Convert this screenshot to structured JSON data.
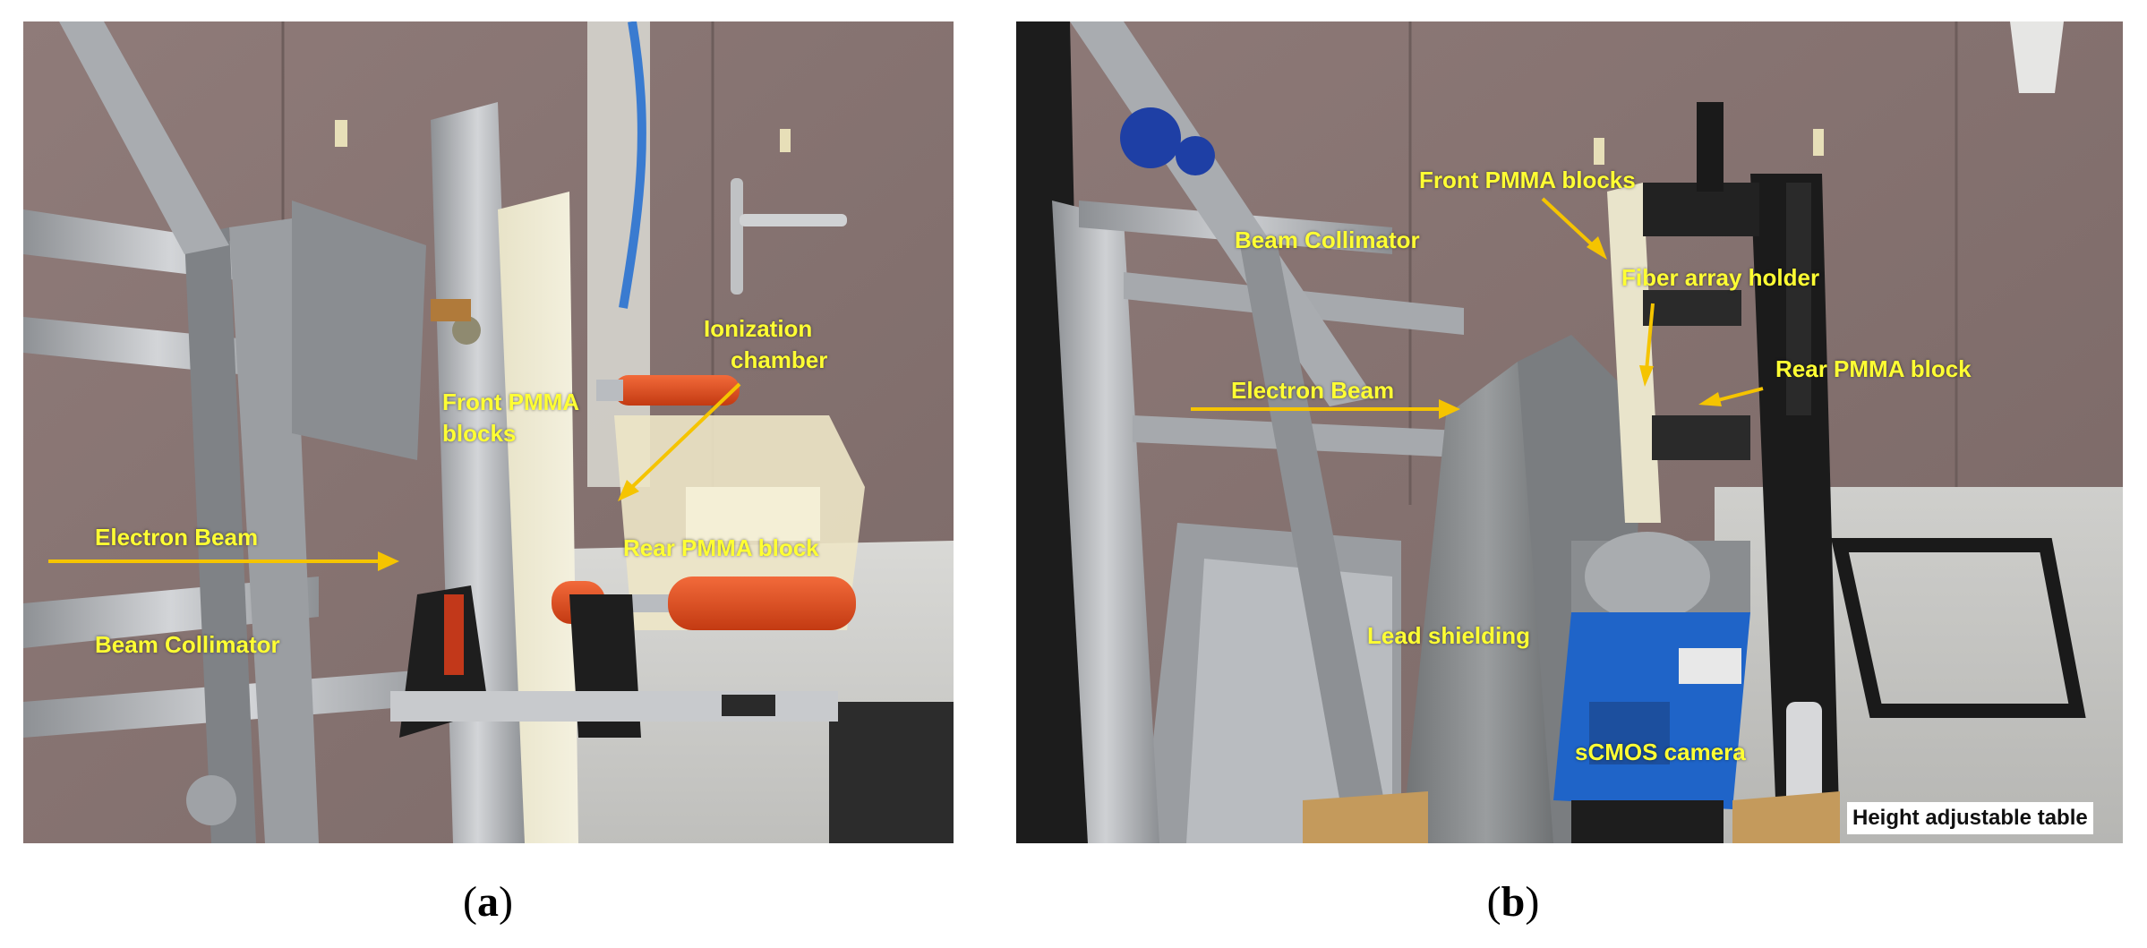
{
  "panel_a": {
    "caption_open": "(",
    "caption_letter": "a",
    "caption_close": ")",
    "labels": {
      "ionization_chamber_1": "Ionization",
      "ionization_chamber_2": "chamber",
      "front_pmma_1": "Front PMMA",
      "front_pmma_2": "blocks",
      "electron_beam": "Electron Beam",
      "rear_pmma": "Rear PMMA block",
      "beam_collimator": "Beam Collimator"
    }
  },
  "panel_b": {
    "caption_open": "(",
    "caption_letter": "b",
    "caption_close": ")",
    "labels": {
      "front_pmma": "Front PMMA blocks",
      "beam_collimator": "Beam Collimator",
      "fiber_array_holder": "Fiber array holder",
      "electron_beam": "Electron Beam",
      "rear_pmma": "Rear PMMA block",
      "lead_shielding": "Lead shielding",
      "scmos_camera": "sCMOS camera",
      "height_table": "Height adjustable table"
    }
  },
  "colors": {
    "label_yellow": "#ffff33",
    "arrow_yellow": "#f5c400",
    "wall": "#8a7775",
    "aluminum": "#b9bcc0",
    "clamp_orange": "#e0491d",
    "camera_blue": "#1f64c8"
  }
}
